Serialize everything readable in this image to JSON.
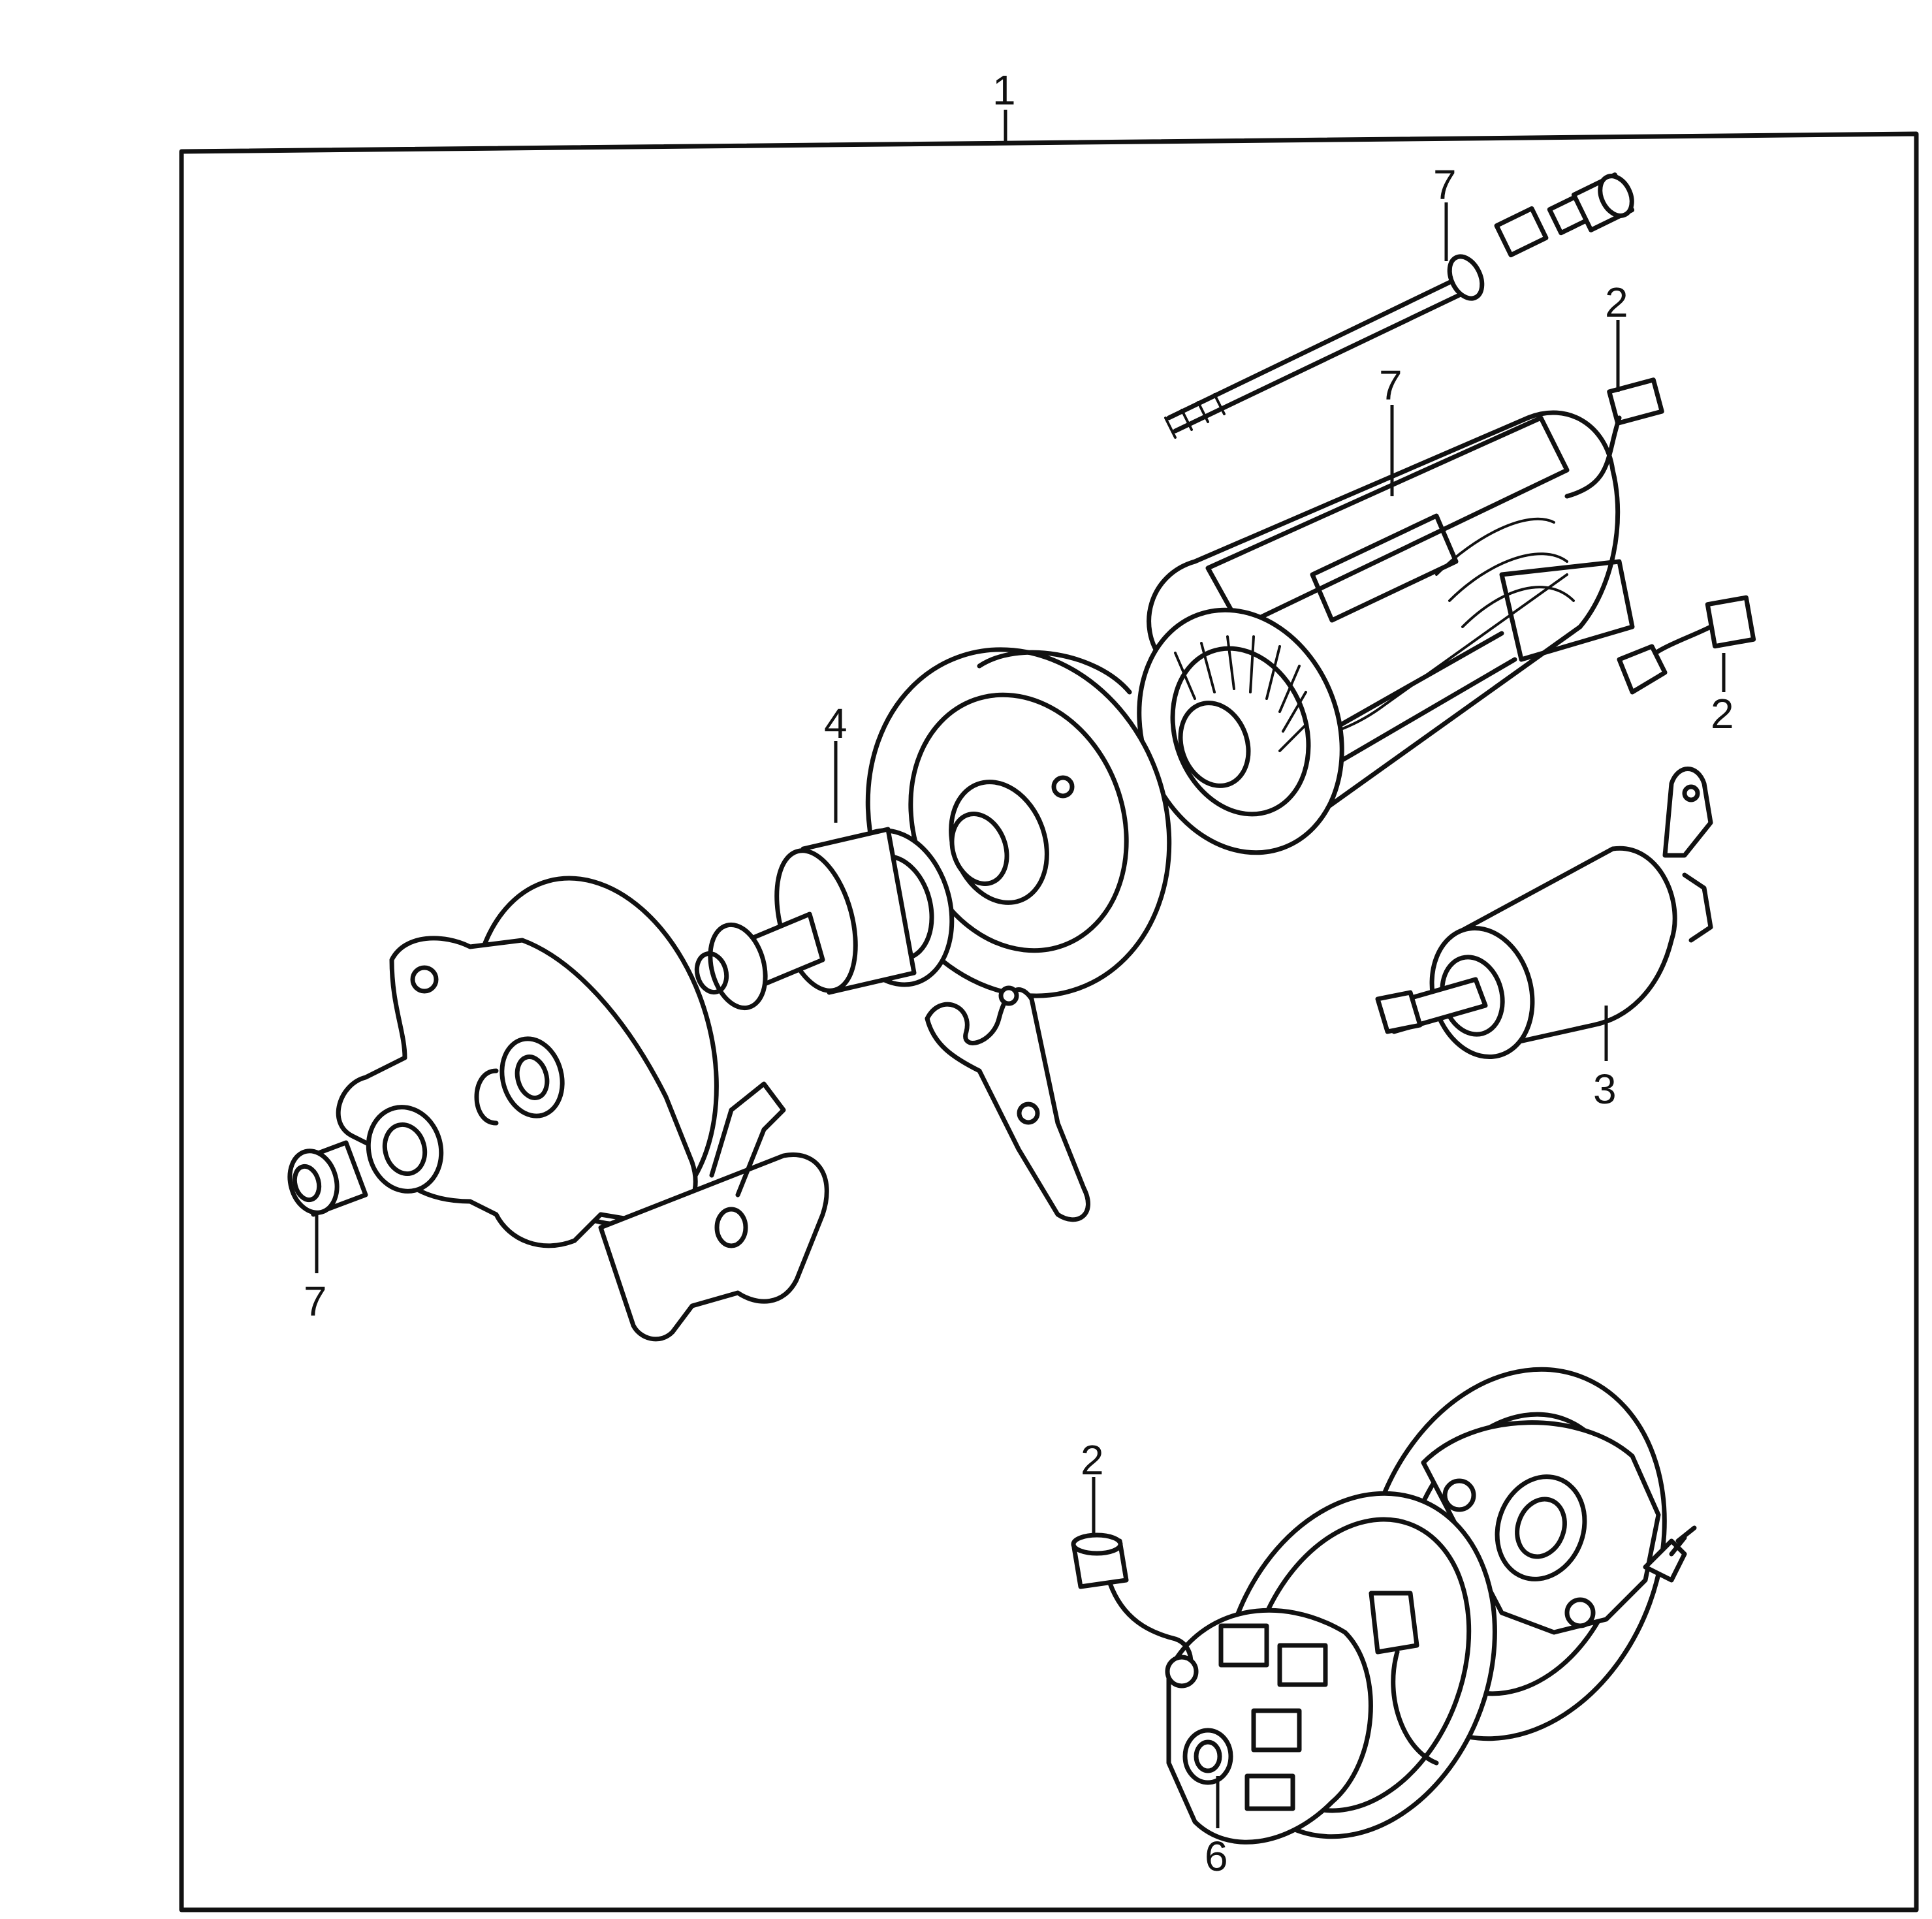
{
  "callouts": {
    "c1": "1",
    "c7_bolt": "7",
    "c2_top": "2",
    "c7_screw": "7",
    "c2_right": "2",
    "c4": "4",
    "c3": "3",
    "c7_bush": "7",
    "c2_brush": "2",
    "c6": "6"
  }
}
